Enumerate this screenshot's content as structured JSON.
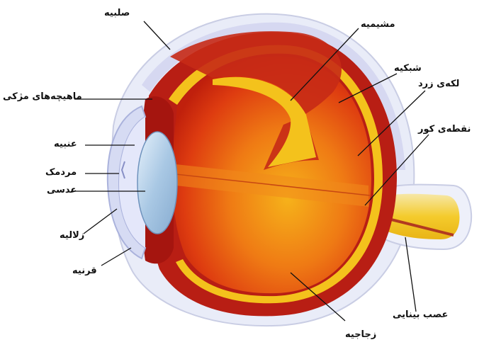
{
  "labels": {
    "sclera": "صلبیه",
    "choroid": "مشیمیه",
    "retina": "شبکیه",
    "ciliary_muscles": "ماهیچه‌های مژکی",
    "macula": "لکه‌ی زرد",
    "blind_spot": "نقطه‌ی کور",
    "iris": "عنبیه",
    "pupil": "مردمک",
    "lens": "عدسی",
    "aqueous_humor": "زلالیه",
    "cornea": "قرنیه",
    "optic_nerve": "عصب بینایی",
    "vitreous_humor": "زجاجیه"
  }
}
